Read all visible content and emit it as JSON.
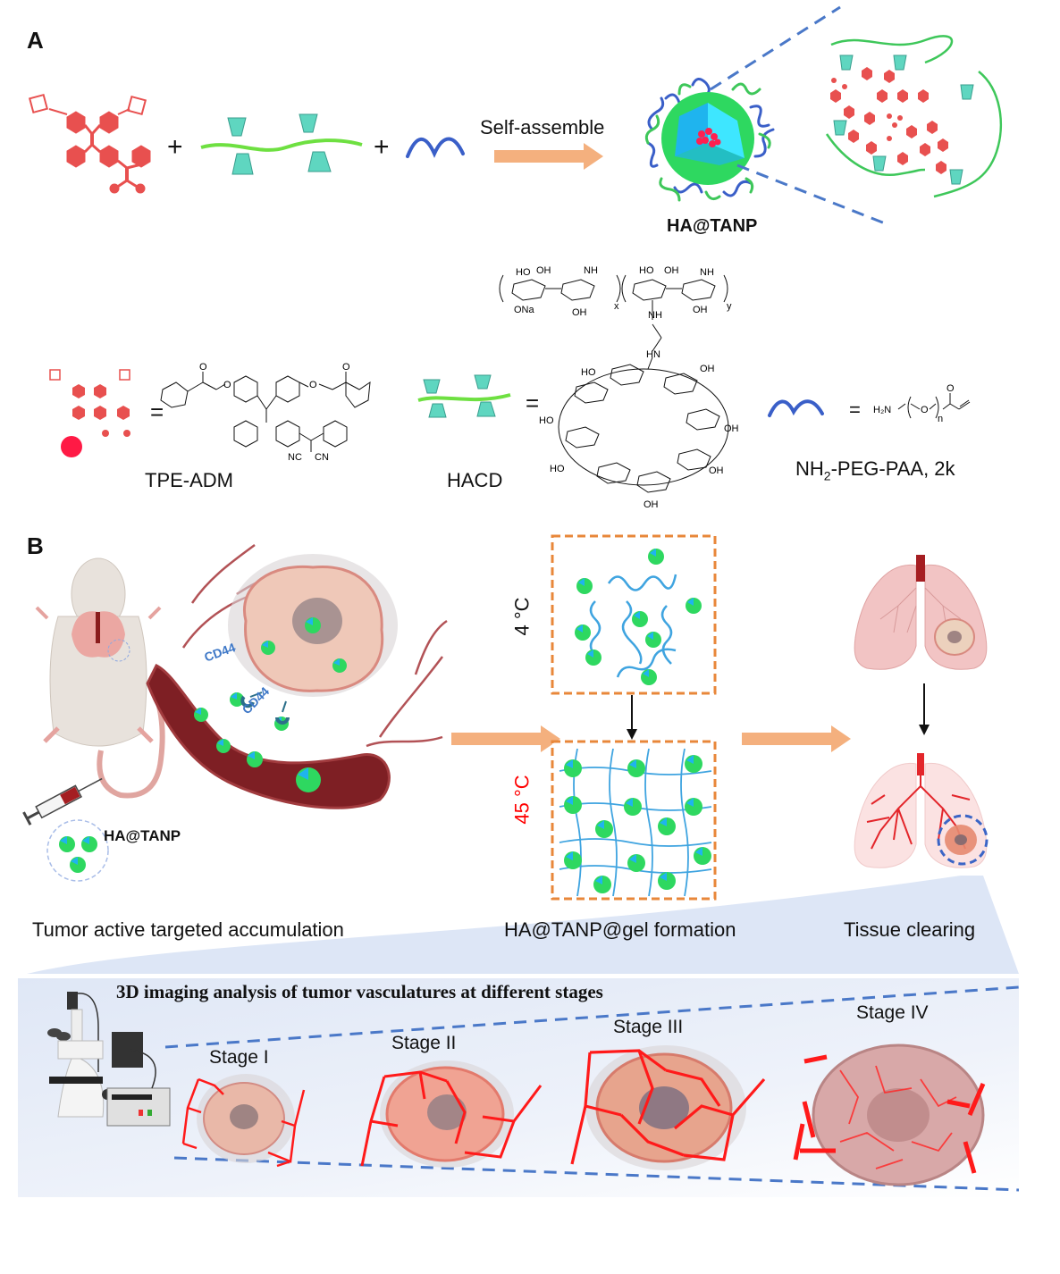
{
  "panel_a": {
    "label": "A",
    "operators": {
      "plus": "+",
      "equals": "="
    },
    "arrow_label": "Self-assemble",
    "product_label": "HA@TANP",
    "legend": [
      {
        "name": "TPE-ADM",
        "formula_labels": [
          "O",
          "O",
          "O",
          "O",
          "NC",
          "CN"
        ]
      },
      {
        "name": "HACD",
        "formula_labels": [
          "HO",
          "OH",
          "NH",
          "O",
          "ONa",
          "OH",
          "HO",
          "x",
          "y",
          "NH",
          "HN",
          "OH"
        ]
      },
      {
        "name_main": "NH",
        "name_sub": "2",
        "name_rest": "-PEG-PAA, 2k",
        "formula": {
          "h2n": "H₂N",
          "o": "O",
          "n": "n",
          "carbonyl_o": "O"
        }
      }
    ]
  },
  "panel_b": {
    "label": "B",
    "injection_label": "HA@TANP",
    "receptor_labels": [
      "CD44",
      "CD44"
    ],
    "temperatures": {
      "cold": "4 °C",
      "hot": "45 °C"
    },
    "captions": {
      "step1": "Tumor active targeted accumulation",
      "step2": "HA@TANP@gel formation",
      "step3": "Tissue clearing"
    },
    "imaging": {
      "title": "3D imaging analysis of  tumor vasculatures at different stages",
      "stages": [
        "Stage I",
        "Stage II",
        "Stage III",
        "Stage IV"
      ]
    }
  },
  "colors": {
    "tpe_red": "#e8504f",
    "cd_teal": "#5fd6c0",
    "ha_green": "#6ee041",
    "peg_blue": "#3a5fc8",
    "flow_arrow": "#f4b07e",
    "dashed_blue": "#4a78c8",
    "gel_box_orange": "#e8873a",
    "hot_red": "#ff0000",
    "vessel_red": "#ff1a1a",
    "panel_bg": "#dde6f6"
  }
}
